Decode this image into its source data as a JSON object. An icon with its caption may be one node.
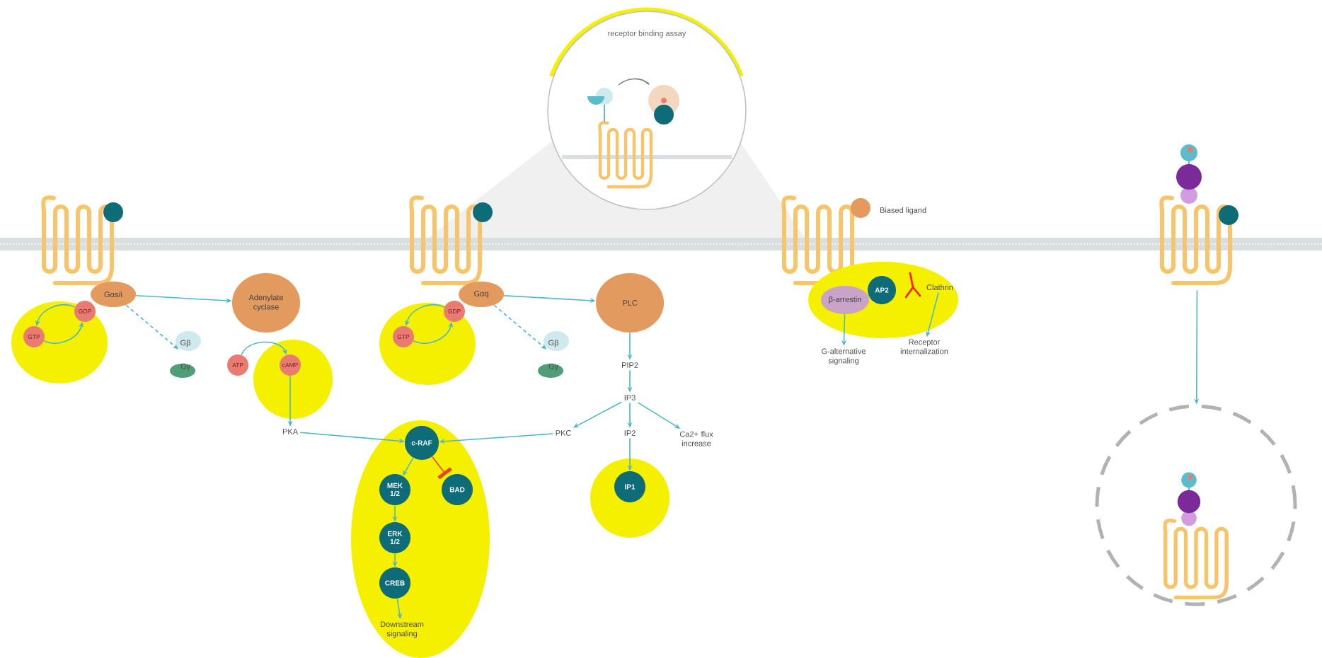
{
  "diagram": {
    "nodes": [
      {
        "text": [],
        "shape": "ellipse"
      },
      {
        "text": [
          "GDP"
        ],
        "in": 0
      },
      {
        "text": [
          "GTP"
        ],
        "in": 0
      },
      {
        "text": [
          "Gαs/i"
        ]
      },
      {
        "text": [
          "Gβ",
          "Gγ"
        ]
      },
      {
        "text": [
          "Adenylate cyclase"
        ]
      },
      {
        "text": [
          "ATP"
        ]
      },
      {
        "text": [],
        "shape": "circle"
      },
      {
        "text": [
          "cAMP"
        ],
        "in": 7
      },
      {
        "text": [
          "PKA"
        ]
      },
      {
        "text": [],
        "shape": "ellipse"
      },
      {
        "text": [
          "GDP"
        ],
        "in": 10
      },
      {
        "text": [
          "GTP"
        ],
        "in": 10
      },
      {
        "text": [
          "Gαq"
        ]
      },
      {
        "text": [
          "Gβ",
          "Gγ"
        ]
      },
      {
        "text": [
          "PLC"
        ]
      },
      {
        "text": [
          "PIP2"
        ]
      },
      {
        "text": [
          "IP3"
        ]
      },
      {
        "text": [
          "PKC"
        ]
      },
      {
        "text": [
          "IP2"
        ]
      },
      {
        "text": [
          "Ca2+ flux increase"
        ]
      },
      {
        "text": [],
        "shape": "ellipse"
      },
      {
        "text": [
          "c-RAF"
        ],
        "in": 21
      },
      {
        "text": [
          "MEK 1/2"
        ],
        "in": 21
      },
      {
        "text": [
          "BAD"
        ],
        "in": 21
      },
      {
        "text": [
          "ERK 1/2"
        ],
        "in": 21
      },
      {
        "text": [
          "CREB"
        ],
        "in": 21
      },
      {
        "text": [
          "Downstream signaling"
        ],
        "in": 21
      },
      {
        "text": [],
        "shape": "circle"
      },
      {
        "text": [
          "IP1"
        ],
        "in": 28
      },
      {
        "text": [
          "receptor binding assay"
        ]
      },
      {
        "text": [],
        "shape": "ellipse"
      },
      {
        "text": [
          "β-arrestin"
        ],
        "in": 31
      },
      {
        "text": [
          "AP2"
        ],
        "in": 31
      },
      {
        "text": [
          "Clathrin"
        ],
        "in": 31
      },
      {
        "text": [
          "G-alternative signaling"
        ]
      },
      {
        "text": [
          "Receptor internalization"
        ]
      },
      {
        "text": [],
        "shape": "picture"
      },
      {
        "text": [],
        "shape": "circle"
      }
    ],
    "edges": [
      {
        "from": 3,
        "to": 5,
        "arrow": "to"
      },
      {
        "from": 3,
        "to": 4,
        "arrow": "to",
        "style": "dashed"
      },
      {
        "from": 2,
        "to": 1,
        "arrow": "to"
      },
      {
        "from": 1,
        "to": 2,
        "arrow": "to"
      },
      {
        "from": 6,
        "to": 8,
        "arrow": "to"
      },
      {
        "from": 8,
        "to": 9,
        "arrow": "to"
      },
      {
        "from": 9,
        "to": 22,
        "arrow": "to"
      },
      {
        "from": 12,
        "to": 11,
        "arrow": "to"
      },
      {
        "from": 11,
        "to": 12,
        "arrow": "to"
      },
      {
        "from": 13,
        "to": 15,
        "arrow": "to"
      },
      {
        "from": 13,
        "to": 14,
        "arrow": "to",
        "style": "dashed"
      },
      {
        "from": 15,
        "to": 16,
        "arrow": "to"
      },
      {
        "from": 16,
        "to": 17,
        "arrow": "to"
      },
      {
        "from": 17,
        "to": 18,
        "arrow": "to"
      },
      {
        "from": 17,
        "to": 19,
        "arrow": "to"
      },
      {
        "from": 17,
        "to": 20,
        "arrow": "to"
      },
      {
        "from": 19,
        "to": 29,
        "arrow": "to"
      },
      {
        "from": 18,
        "to": 22,
        "arrow": "to"
      },
      {
        "from": 22,
        "to": 23,
        "arrow": "to"
      },
      {
        "from": 22,
        "to": 24,
        "arrow": "other",
        "color": "#e8452c"
      },
      {
        "from": 23,
        "to": 25,
        "arrow": "to"
      },
      {
        "from": 25,
        "to": 26,
        "arrow": "to"
      },
      {
        "from": 26,
        "to": 27,
        "arrow": "to"
      },
      {
        "from": 32,
        "to": 35,
        "arrow": "to"
      },
      {
        "from": 34,
        "to": 36,
        "arrow": "to"
      },
      {
        "from": 37,
        "to": 38,
        "arrow": "to"
      }
    ],
    "labels": [
      "Biased ligand"
    ]
  }
}
